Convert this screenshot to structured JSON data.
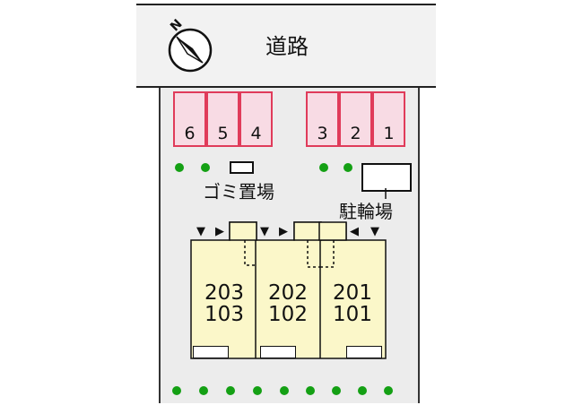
{
  "road": {
    "label": "道路"
  },
  "compass": {
    "letter": "N"
  },
  "parking": {
    "left_group": [
      "6",
      "5",
      "4"
    ],
    "right_group": [
      "3",
      "2",
      "1"
    ]
  },
  "facilities": {
    "garbage": "ゴミ置場",
    "bicycle": "駐輪場"
  },
  "units": [
    {
      "upper": "203",
      "lower": "103"
    },
    {
      "upper": "202",
      "lower": "102"
    },
    {
      "upper": "201",
      "lower": "101"
    }
  ],
  "colors": {
    "parking_border": "#e03b5a",
    "parking_fill": "#f8dbe4",
    "building_fill": "#fbf7c9",
    "tree": "#14a014",
    "lot": "#ececec",
    "road": "#f2f2f2"
  },
  "icons": [
    "compass-icon",
    "tree-icon",
    "entrance-arrow-icon"
  ]
}
